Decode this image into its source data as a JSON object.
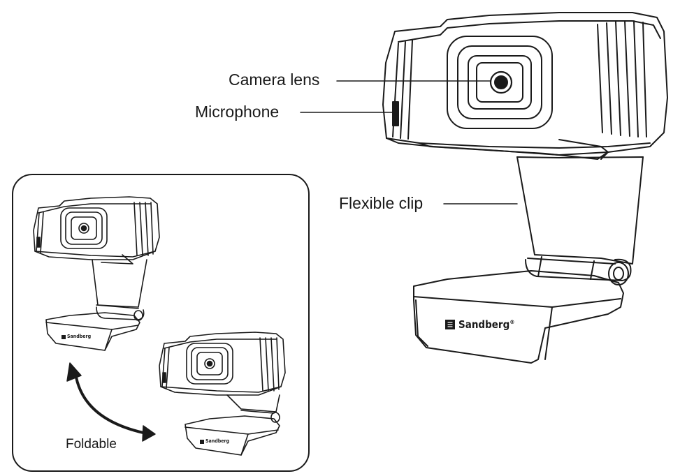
{
  "callouts": {
    "camera_lens": "Camera lens",
    "microphone": "Microphone",
    "flexible_clip": "Flexible clip",
    "foldable": "Foldable"
  },
  "brand": {
    "name": "Sandberg",
    "mark": "®"
  },
  "colors": {
    "line": "#1a1a1a",
    "background": "#ffffff"
  }
}
